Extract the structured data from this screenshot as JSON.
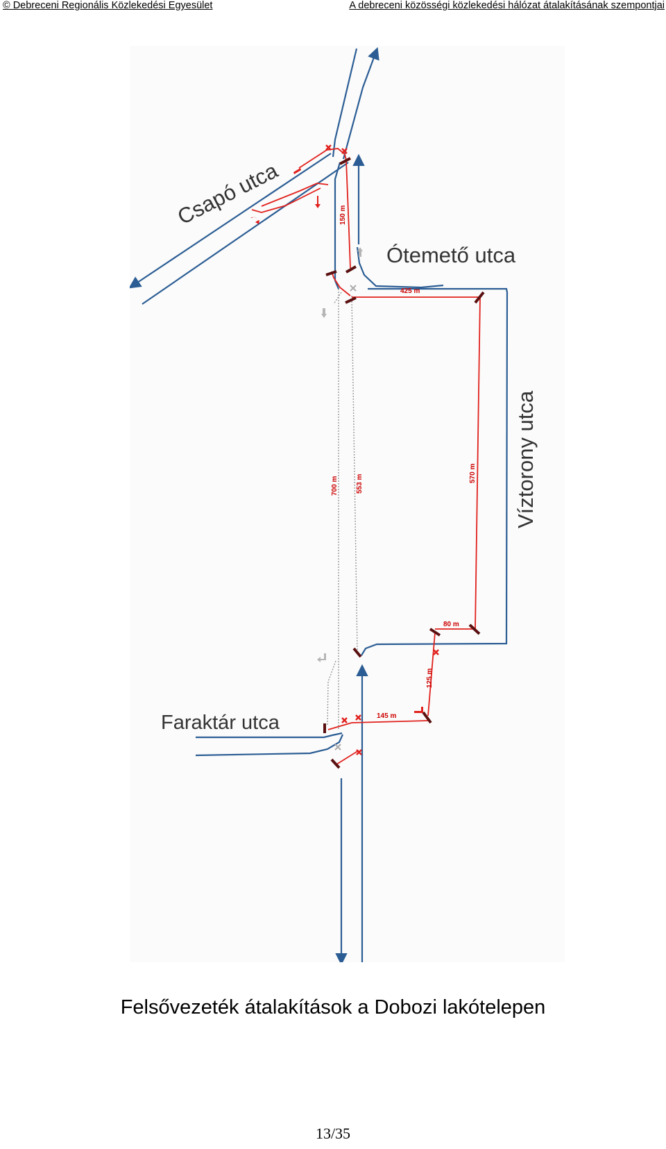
{
  "header": {
    "left": "© Debreceni Regionális Közlekedési Egyesület",
    "right": "A debreceni közösségi közlekedési hálózat átalakításának szempontjai"
  },
  "map": {
    "streets": {
      "csapo": "Csapó utca",
      "otemeto": "Ótemető utca",
      "viztorony": "Víztorony utca",
      "faraktar": "Faraktár utca"
    },
    "distances": {
      "d150": "150 m",
      "d425": "425 m",
      "d570": "570 m",
      "d80": "80 m",
      "d125": "125 m",
      "d145": "145 m",
      "d700": "700 m",
      "d553": "553 m"
    },
    "colors": {
      "line_blue": "#2b5d94",
      "line_red": "#e0201c",
      "line_grey": "#9a9a9a",
      "bar_dark": "#5a1010"
    }
  },
  "caption": "Felsővezeték átalakítások a Dobozi lakótelepen",
  "page_number": "13/35"
}
